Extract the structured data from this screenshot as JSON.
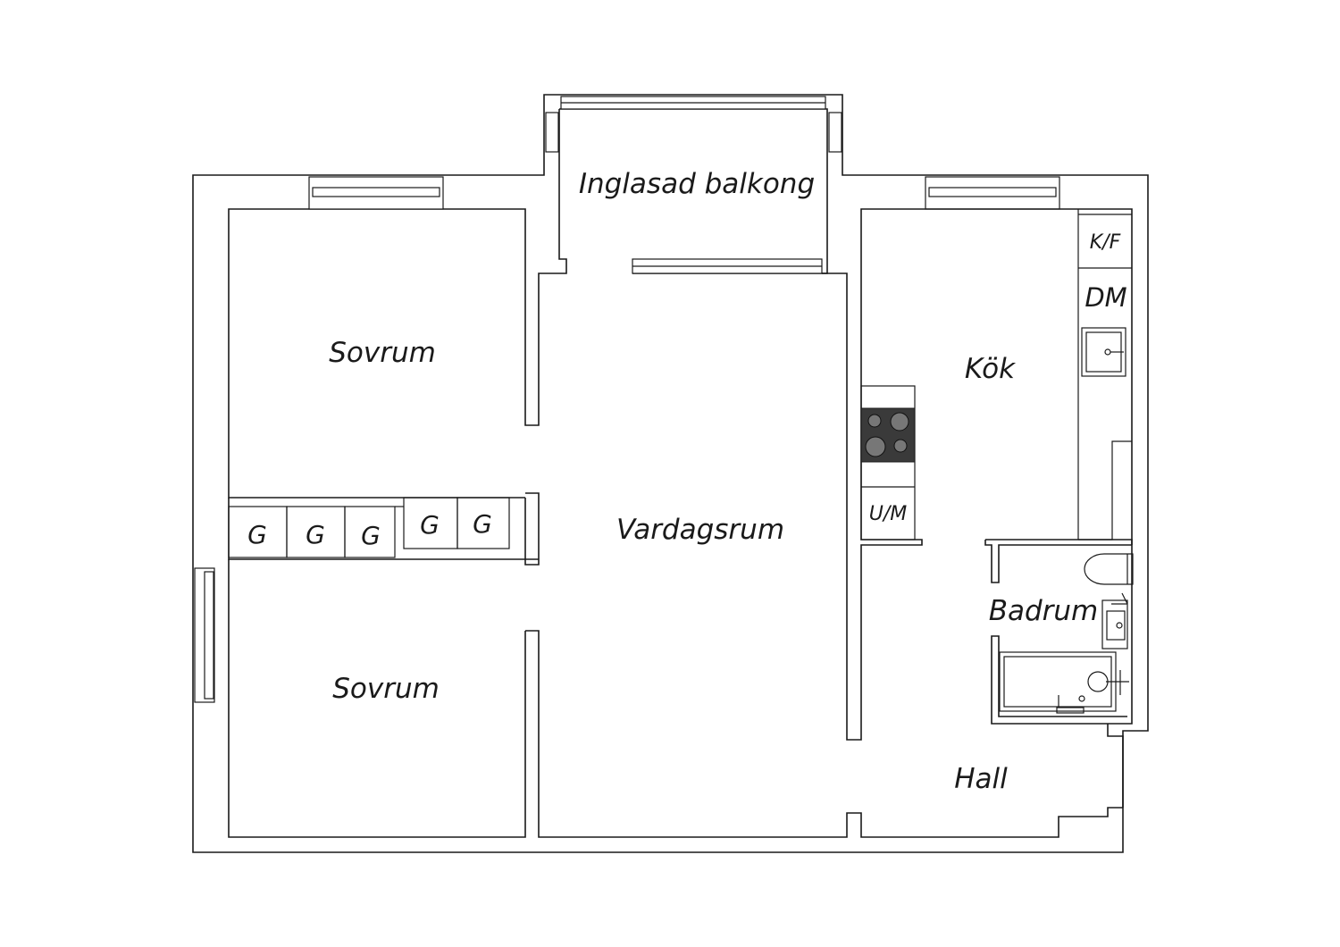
{
  "rooms": {
    "balcony": "Inglasad balkong",
    "bedroom_top": "Sovrum",
    "bedroom_bottom": "Sovrum",
    "living": "Vardagsrum",
    "kitchen": "Kök",
    "bathroom": "Badrum",
    "hall": "Hall"
  },
  "closets": [
    "G",
    "G",
    "G",
    "G",
    "G"
  ],
  "appliances": {
    "fridge_freezer": "K/F",
    "dishwasher": "DM",
    "microwave": "U/M"
  }
}
